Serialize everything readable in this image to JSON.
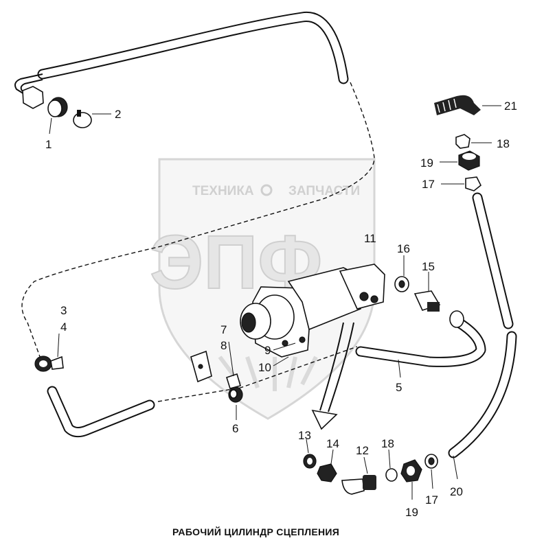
{
  "watermark": {
    "tagline_left": "ТЕХНИКА",
    "tagline_right": "ЗАПЧАСТИ",
    "logo_letters": "ЭПФ"
  },
  "title": "РАБОЧИЙ ЦИЛИНДР СЦЕПЛЕНИЯ",
  "callouts": {
    "c1": "1",
    "c2": "2",
    "c3": "3",
    "c4": "4",
    "c5": "5",
    "c6": "6",
    "c7": "7",
    "c8": "8",
    "c9": "9",
    "c10": "10",
    "c11": "11",
    "c12": "12",
    "c13": "13",
    "c14": "14",
    "c15": "15",
    "c16": "16",
    "c17a": "17",
    "c17b": "17",
    "c18a": "18",
    "c18b": "18",
    "c19a": "19",
    "c19b": "19",
    "c20": "20",
    "c21": "21"
  }
}
